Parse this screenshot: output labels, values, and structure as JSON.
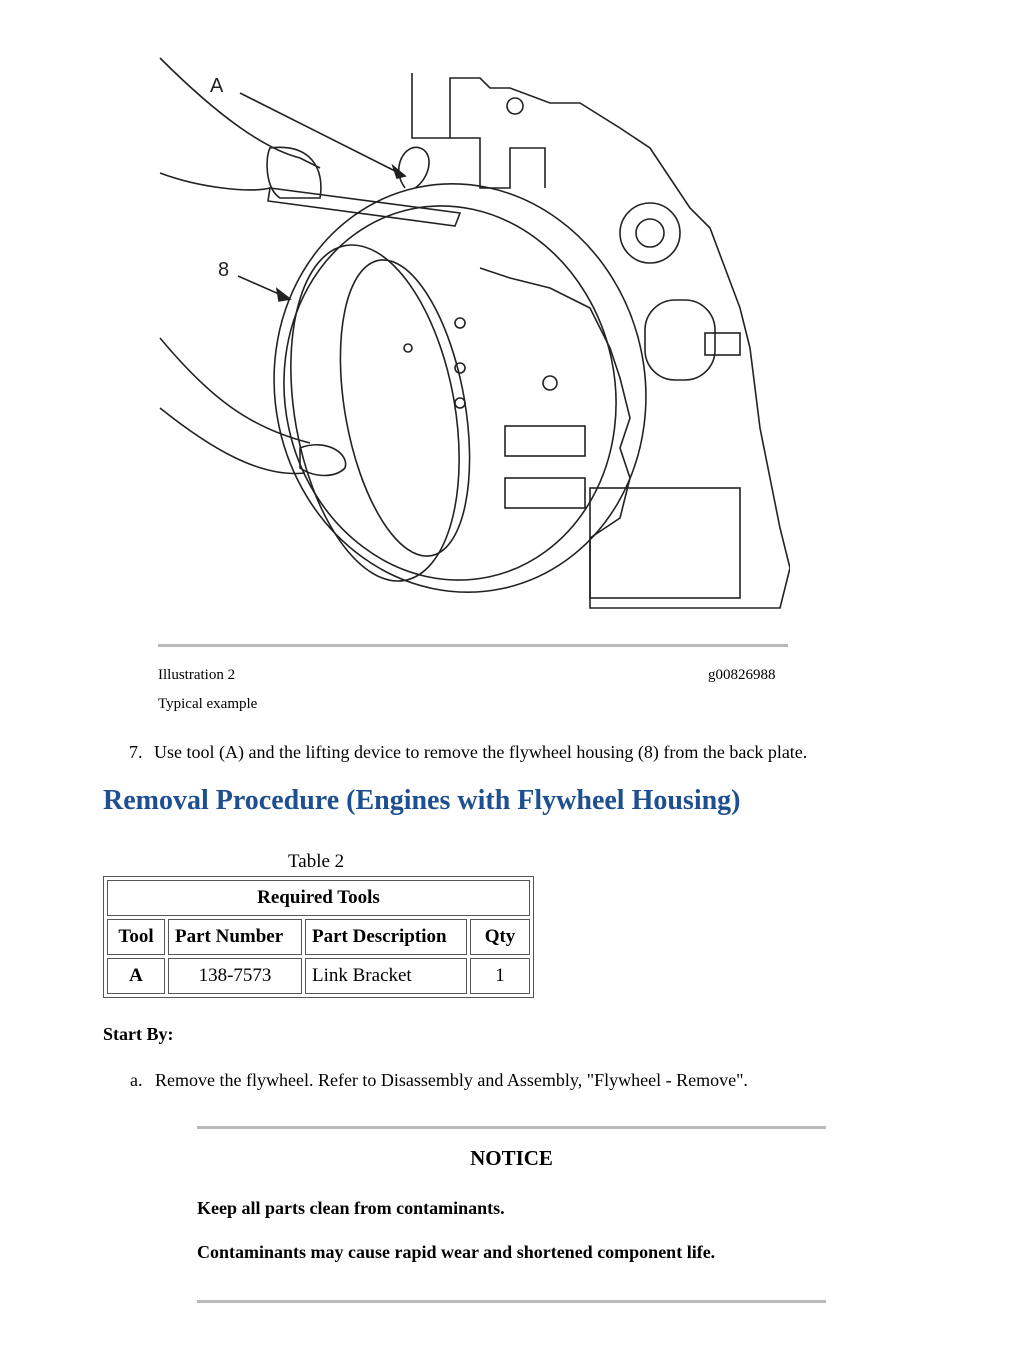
{
  "illustration": {
    "callout_a": "A",
    "callout_8": "8",
    "label": "Illustration 2",
    "id": "g00826988",
    "caption": "Typical example"
  },
  "step7": {
    "number": "7.",
    "text": "Use tool (A) and the lifting device to remove the flywheel housing (8) from the back plate."
  },
  "section_title": "Removal Procedure (Engines with Flywheel Housing)",
  "table": {
    "title": "Table 2",
    "header": "Required Tools",
    "columns": [
      "Tool",
      "Part Number",
      "Part Description",
      "Qty"
    ],
    "rows": [
      [
        "A",
        "138-7573",
        "Link Bracket",
        "1"
      ]
    ]
  },
  "start_by": {
    "label": "Start By:",
    "item_marker": "a.",
    "item_text": "Remove the flywheel. Refer to Disassembly and Assembly, \"Flywheel - Remove\"."
  },
  "notice": {
    "title": "NOTICE",
    "line1": "Keep all parts clean from contaminants.",
    "line2": "Contaminants may cause rapid wear and shortened component life."
  }
}
